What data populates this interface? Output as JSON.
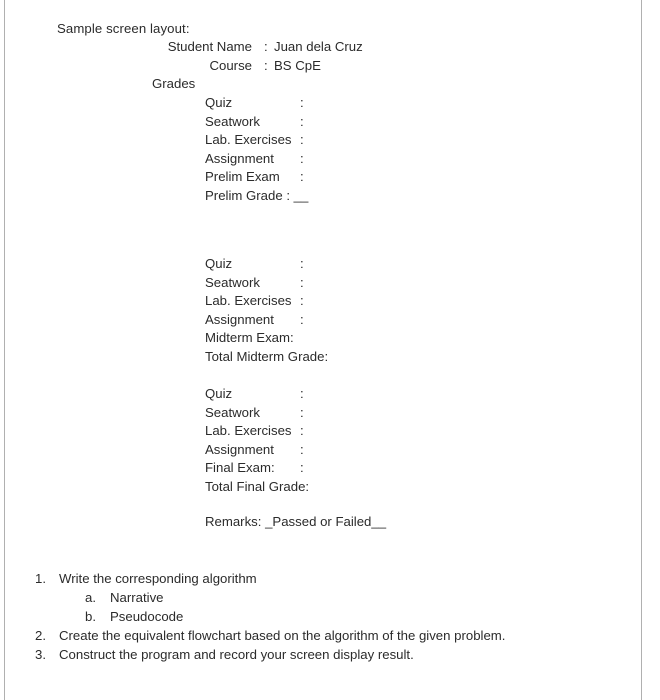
{
  "document": {
    "heading": "Sample screen layout:",
    "header_rows": [
      {
        "label": "Student Name",
        "separator": ":",
        "value": "Juan dela Cruz"
      },
      {
        "label": "Course",
        "separator": ":",
        "value": "BS CpE"
      }
    ],
    "grades_label": "Grades",
    "grade_blocks": [
      {
        "name": "prelim",
        "rows": [
          {
            "label": "Quiz",
            "separator": ":",
            "value": ""
          },
          {
            "label": "Seatwork",
            "separator": ":",
            "value": ""
          },
          {
            "label": "Lab. Exercises",
            "separator": ":",
            "value": ""
          },
          {
            "label": "Assignment",
            "separator": ":",
            "value": ""
          },
          {
            "label": "Prelim Exam",
            "separator": ":",
            "value": ""
          }
        ],
        "total": "Prelim Grade : __"
      },
      {
        "name": "midterm",
        "rows": [
          {
            "label": "Quiz",
            "separator": ":",
            "value": ""
          },
          {
            "label": "Seatwork",
            "separator": ":",
            "value": ""
          },
          {
            "label": "Lab. Exercises",
            "separator": ":",
            "value": ""
          },
          {
            "label": "Assignment",
            "separator": ":",
            "value": ""
          },
          {
            "label": "Midterm Exam:",
            "separator": "",
            "value": ""
          }
        ],
        "total": "Total Midterm  Grade:"
      },
      {
        "name": "final",
        "rows": [
          {
            "label": "Quiz",
            "separator": ":",
            "value": ""
          },
          {
            "label": "Seatwork",
            "separator": ":",
            "value": ""
          },
          {
            "label": "Lab. Exercises",
            "separator": ":",
            "value": ""
          },
          {
            "label": "Assignment",
            "separator": ":",
            "value": ""
          },
          {
            "label": "Final Exam:",
            "separator": ":",
            "value": ""
          }
        ],
        "total": "Total Final  Grade:"
      }
    ],
    "remarks": "Remarks: _Passed or Failed__"
  },
  "tasks": [
    {
      "marker": "1.",
      "text": "Write the corresponding algorithm",
      "level": 0
    },
    {
      "marker": "a.",
      "text": "Narrative",
      "level": 1
    },
    {
      "marker": "b.",
      "text": "Pseudocode",
      "level": 1
    },
    {
      "marker": "2.",
      "text": "Create the equivalent flowchart based on the algorithm of the given problem.",
      "level": 0
    },
    {
      "marker": "3.",
      "text": "Construct the program and record your screen display result.",
      "level": 0
    }
  ],
  "colors": {
    "page_background": "#ffffff",
    "text": "#2b2b2b",
    "rule": "#b0b0b0"
  }
}
